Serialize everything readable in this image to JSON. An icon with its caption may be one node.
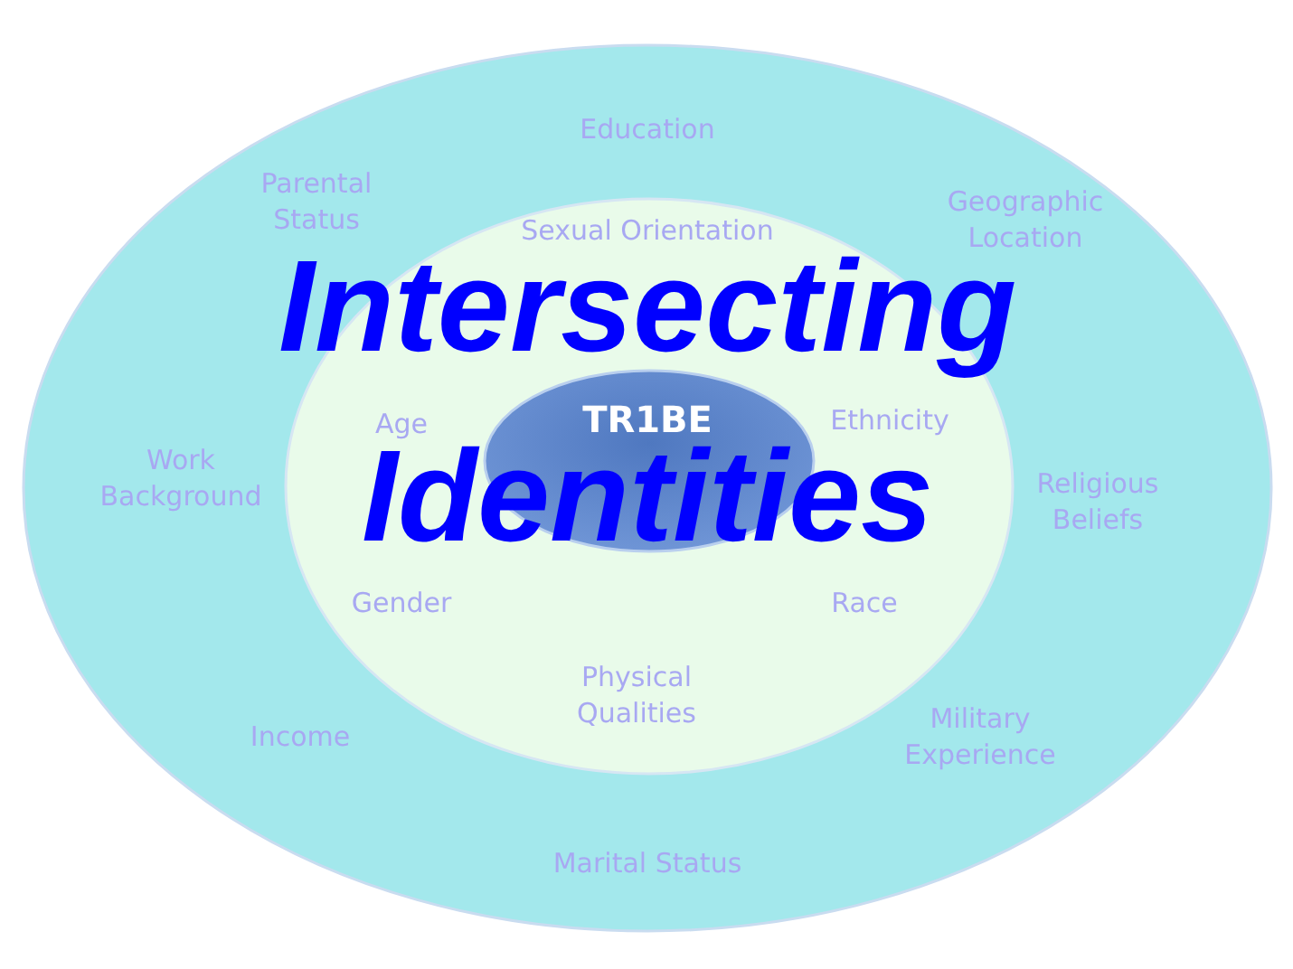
{
  "diagram": {
    "title": "Intersecting Identities",
    "nodes": [
      {
        "text": [
          "Education",
          "Parental Status",
          "Geographic Location",
          "Work Background",
          "Religious Beliefs",
          "Income",
          "Military Experience",
          "Marital Status"
        ]
      },
      {
        "text": [
          "Sexual Orientation",
          "Age",
          "Ethnicity",
          "Gender",
          "Race",
          "Physical Qualities"
        ],
        "in": 0
      },
      {
        "text": [
          "TR1BE"
        ],
        "in": 1
      }
    ]
  }
}
